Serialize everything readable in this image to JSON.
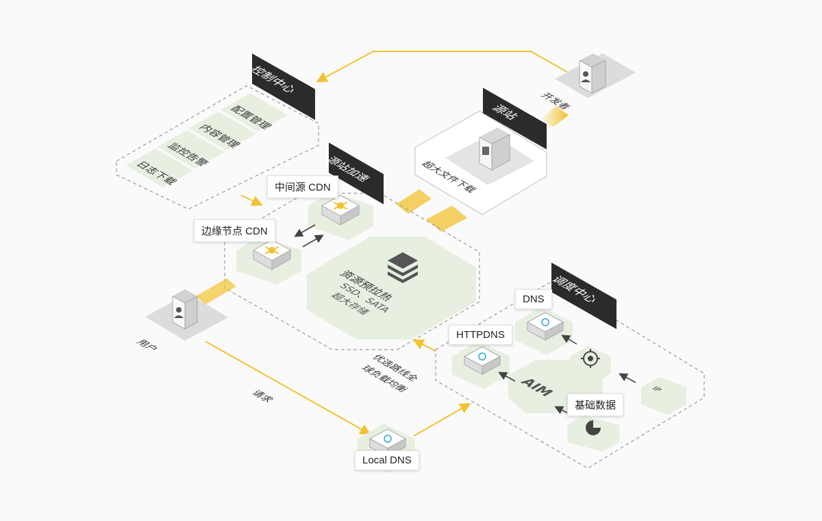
{
  "control_center": {
    "title": "控制中心",
    "items": [
      "配置管理",
      "内容管理",
      "监控告警",
      "日志下载"
    ]
  },
  "origin": {
    "title": "源站",
    "item": "超大文件下载"
  },
  "developer": {
    "label": "开发者"
  },
  "origin_acceleration": {
    "title": "源站加速",
    "mid_cdn": "中间源 CDN",
    "edge_cdn": "边缘节点 CDN",
    "storage_lines": [
      "资源预拉热",
      "SSD、SATA",
      "超大存储"
    ]
  },
  "user": {
    "label": "用户",
    "request": "请求"
  },
  "local_dns": {
    "label": "Local DNS"
  },
  "routing": {
    "lines": [
      "优选路线全",
      "球负载均衡"
    ]
  },
  "dispatch_center": {
    "title": "调度中心",
    "dns": "DNS",
    "httpdns": "HTTPDNS",
    "aim": "AIM",
    "base_data": "基础数据",
    "ip": "IP"
  },
  "colors": {
    "arrow_yellow": "#f2c230",
    "hex_fill": "#e6efe0",
    "dark_label": "#2b2b2b",
    "dashed": "#9a9a9a"
  }
}
